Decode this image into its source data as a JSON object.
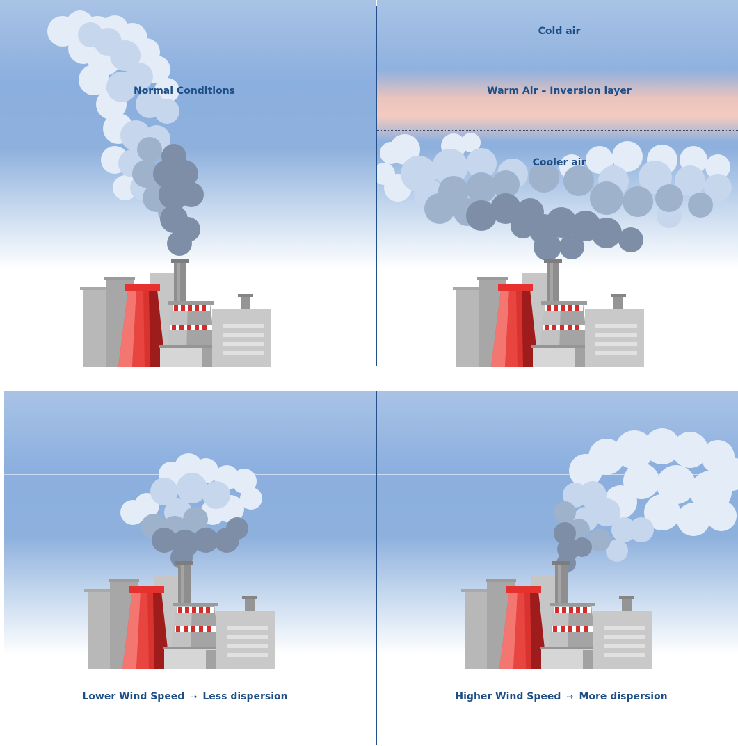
{
  "panels": {
    "normal": {
      "label": "Normal Conditions"
    },
    "inversion": {
      "cold_label": "Cold air",
      "warm_label": "Warm Air – Inversion layer",
      "cool_label": "Cooler air"
    },
    "low_wind": {
      "caption_left": "Lower Wind Speed",
      "caption_arrow": "⇢",
      "caption_right": "Less dispersion"
    },
    "high_wind": {
      "caption_left": "Higher Wind Speed",
      "caption_arrow": "⇢",
      "caption_right": "More dispersion"
    }
  },
  "colors": {
    "sky_top": "#a9c3e5",
    "sky_mid": "#8bafdf",
    "inversion": "#f8ccbe",
    "label_text": "#1d4f86",
    "divider": "#21508a",
    "smoke_dark": "#7e8ea6",
    "smoke_light": "#e4ecf7",
    "chimney_red": "#d8332f",
    "building_gray": "#bcbcbc"
  }
}
